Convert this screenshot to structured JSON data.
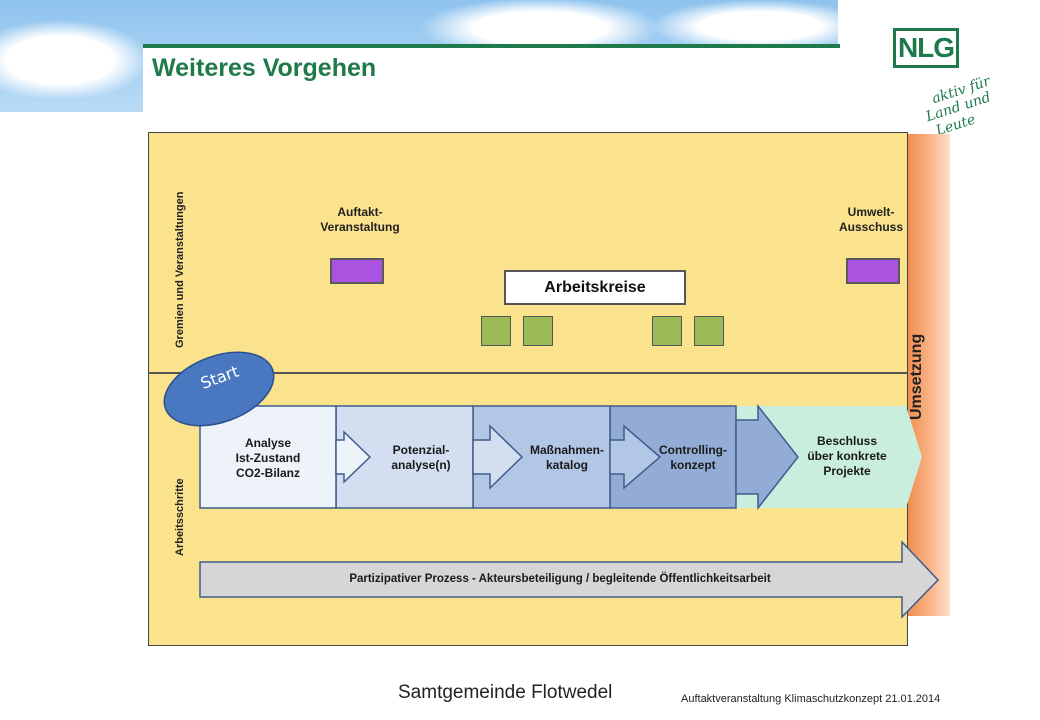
{
  "header": {
    "title": "Weiteres Vorgehen",
    "logo_text": "NLG",
    "slogan_lines": [
      "aktiv für",
      "Land und",
      "Leute"
    ]
  },
  "diagram": {
    "row_labels": {
      "top": "Gremien und Veranstaltungen",
      "bottom": "Arbeitsschritte"
    },
    "side_label": "Umsetzung",
    "events": {
      "left": [
        "Auftakt-",
        "Veranstaltung"
      ],
      "right": [
        "Umwelt-",
        "Ausschuss"
      ]
    },
    "arbeitskreise": "Arbeitskreise",
    "start": "Start",
    "steps": [
      {
        "lines": [
          "Analyse",
          "Ist-Zustand",
          "CO2-Bilanz"
        ]
      },
      {
        "lines": [
          "Potenzial-",
          "analyse(n)"
        ]
      },
      {
        "lines": [
          "Maßnahmen-",
          "katalog"
        ]
      },
      {
        "lines": [
          "Controlling-",
          "konzept"
        ]
      },
      {
        "lines": [
          "Beschluss",
          "über konkrete",
          "Projekte"
        ]
      }
    ],
    "process": "Partizipativer Prozess  - Akteursbeteiligung / begleitende Öffentlichkeitsarbeit"
  },
  "colors": {
    "brand_green": "#1e7a4a",
    "panel_yellow": "#fbe38d",
    "event_purple": "#a953e0",
    "group_green": "#9bbb59",
    "start_blue": "#4a78c0",
    "umsetzung_orange": "#f08a4b"
  },
  "footer": {
    "left": "Samtgemeinde Flotwedel",
    "right": "Auftaktveranstaltung Klimaschutzkonzept  21.01.2014"
  }
}
